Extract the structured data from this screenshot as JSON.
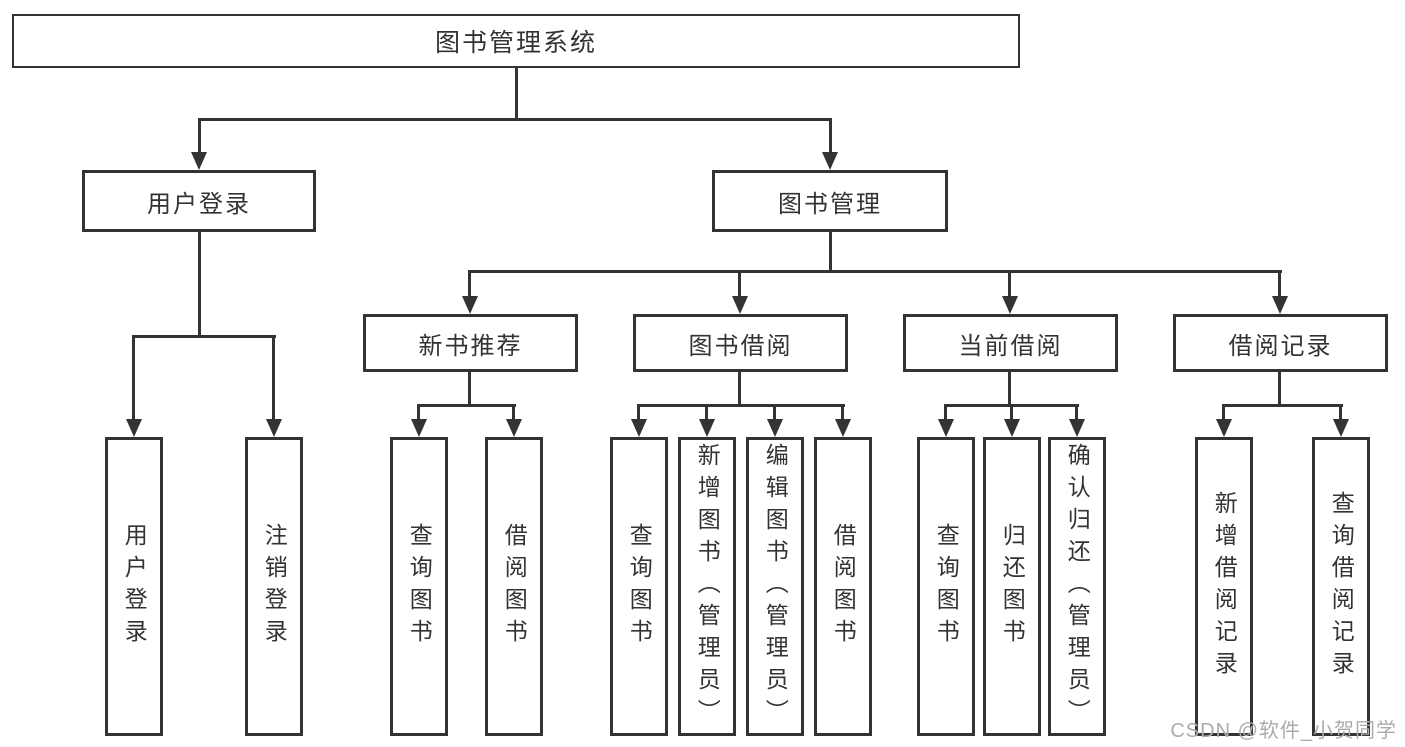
{
  "diagram": {
    "colors": {
      "line": "#333333",
      "text": "#333333",
      "background": "#ffffff",
      "watermark_text": "#ababab"
    },
    "nodes": {
      "root": "图书管理系统",
      "user_login": "用户登录",
      "book_mgmt": "图书管理",
      "new_books": "新书推荐",
      "book_borrow": "图书借阅",
      "current_borrow": "当前借阅",
      "borrow_records": "借阅记录",
      "leaf_user_login": "用户登录",
      "leaf_logout": "注销登录",
      "leaf_nb_query": "查询图书",
      "leaf_nb_borrow": "借阅图书",
      "leaf_bb_query": "查询图书",
      "leaf_bb_add": "新增图书（管理员）",
      "leaf_bb_edit": "编辑图书（管理员）",
      "leaf_bb_borrow": "借阅图书",
      "leaf_cb_query": "查询图书",
      "leaf_cb_return": "归还图书",
      "leaf_cb_confirm": "确认归还（管理员）",
      "leaf_br_add": "新增借阅记录",
      "leaf_br_query": "查询借阅记录"
    },
    "watermark": "CSDN @软件_小贺同学"
  }
}
